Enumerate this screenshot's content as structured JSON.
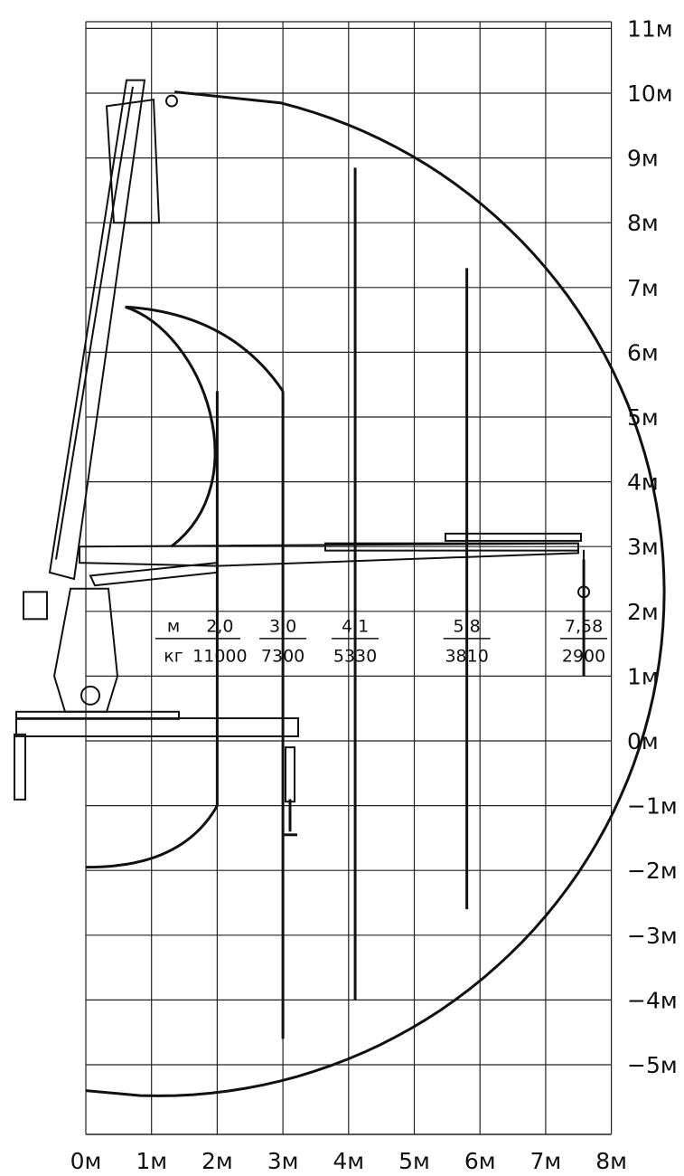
{
  "chart_data": {
    "type": "diagram",
    "x_axis": {
      "ticks": [
        0,
        1,
        2,
        3,
        4,
        5,
        6,
        7,
        8
      ],
      "tick_labels": [
        "0м",
        "1м",
        "2м",
        "3м",
        "4м",
        "5м",
        "6м",
        "7м",
        "8м"
      ],
      "range": [
        0,
        8
      ]
    },
    "y_axis": {
      "ticks": [
        -5,
        -4,
        -3,
        -2,
        -1,
        0,
        1,
        2,
        3,
        4,
        5,
        6,
        7,
        8,
        9,
        10,
        11
      ],
      "tick_labels": [
        "−5м",
        "−4м",
        "−3м",
        "−2м",
        "−1м",
        "0м",
        "1м",
        "2м",
        "3м",
        "4м",
        "5м",
        "6м",
        "7м",
        "8м",
        "9м",
        "10м",
        "11м"
      ],
      "range": [
        -5.9,
        11
      ]
    },
    "grid": true,
    "units_header": {
      "reach": "м",
      "load": "кг"
    },
    "load_points": [
      {
        "reach": 2.0,
        "reach_label": "2,0",
        "load": 11000,
        "load_label": "11000"
      },
      {
        "reach": 3.0,
        "reach_label": "3,0",
        "load": 7300,
        "load_label": "7300"
      },
      {
        "reach": 4.1,
        "reach_label": "4,1",
        "load": 5330,
        "load_label": "5330"
      },
      {
        "reach": 5.8,
        "reach_label": "5,8",
        "load": 3810,
        "load_label": "3810"
      },
      {
        "reach": 7.58,
        "reach_label": "7,58",
        "load": 2900,
        "load_label": "2900"
      }
    ],
    "vertical_limits": [
      {
        "reach": 2.0,
        "y_top": 5.4,
        "y_bottom": -1.0
      },
      {
        "reach": 3.0,
        "y_top": 5.4,
        "y_bottom": -4.6
      },
      {
        "reach": 4.1,
        "y_top": 8.85,
        "y_bottom": -4.0
      },
      {
        "reach": 5.8,
        "y_top": 7.3,
        "y_bottom": -2.6
      },
      {
        "reach": 7.58,
        "y_top": 2.8,
        "y_bottom": 1.0
      }
    ],
    "outer_envelope_max_height": 10.0,
    "inner_envelope_max_height": 6.7,
    "lowest_reach_depth": -5.4
  }
}
